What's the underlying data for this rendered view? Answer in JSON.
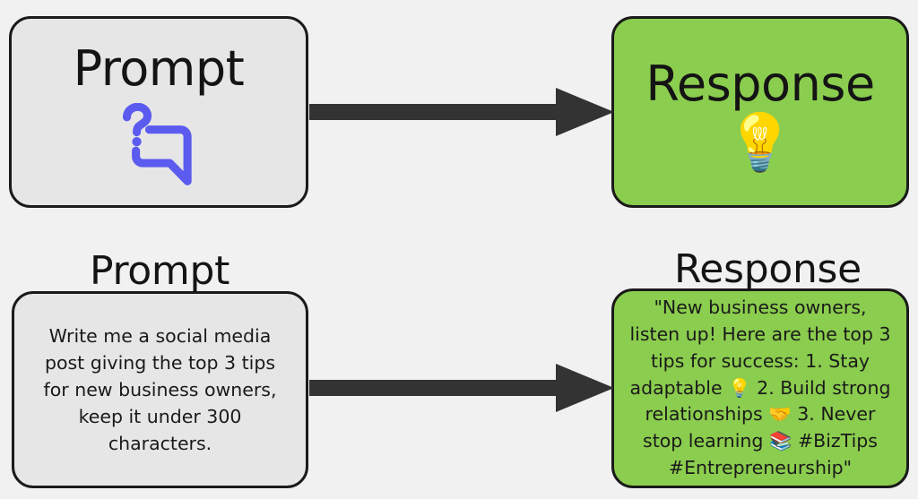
{
  "diagram": {
    "background_color": "#f1f1f1",
    "accent_green": "#8bcd4e",
    "box_grey": "#e6e6e6",
    "outline_color": "#1a1a1a",
    "arrow_color": "#333333",
    "icon_blue": "#5b5bf0"
  },
  "top_row": {
    "prompt": {
      "title": "Prompt",
      "icon_name": "question-chat-icon"
    },
    "arrow": {
      "name": "arrow-right",
      "direction": "right"
    },
    "response": {
      "title": "Response",
      "emoji": "💡",
      "emoji_name": "lightbulb-emoji"
    }
  },
  "bottom_row": {
    "prompt": {
      "label": "Prompt",
      "text": "Write me a social media post giving the top 3 tips for new business owners, keep it under 300 characters."
    },
    "arrow": {
      "name": "arrow-right",
      "direction": "right"
    },
    "response": {
      "label": "Response",
      "text": "\"New business owners, listen up! Here are the top 3 tips for success: 1. Stay adaptable 💡 2. Build strong relationships 🤝 3. Never stop learning 📚 #BizTips #Entrepreneurship\""
    }
  }
}
